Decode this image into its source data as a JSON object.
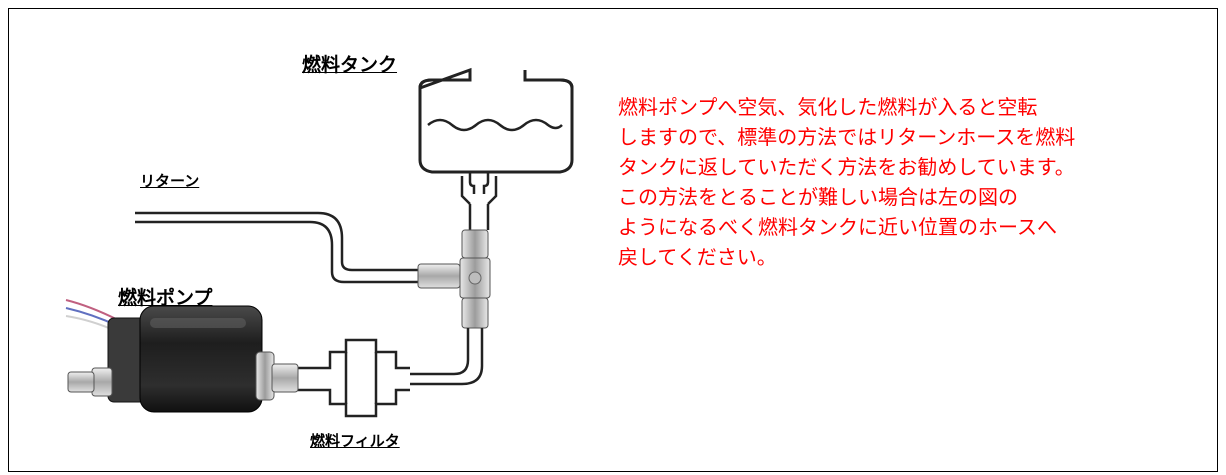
{
  "labels": {
    "tank": "燃料タンク",
    "return": "リターン",
    "pump": "燃料ポンプ",
    "filter": "燃料フィルタ"
  },
  "note_lines": [
    "燃料ポンプへ空気、気化した燃料が入ると空転",
    "しますので、標準の方法ではリターンホースを燃料",
    "タンクに返していただく方法をお勧めしています。",
    "この方法をとることが難しい場合は左の図の",
    "ようになるべく燃料タンクに近い位置のホースへ",
    "戻してください。"
  ],
  "colors": {
    "note_text": "#ff0000",
    "line": "#000000",
    "pump_body": "#2b2b2b",
    "fitting": "#c8c8c8"
  }
}
